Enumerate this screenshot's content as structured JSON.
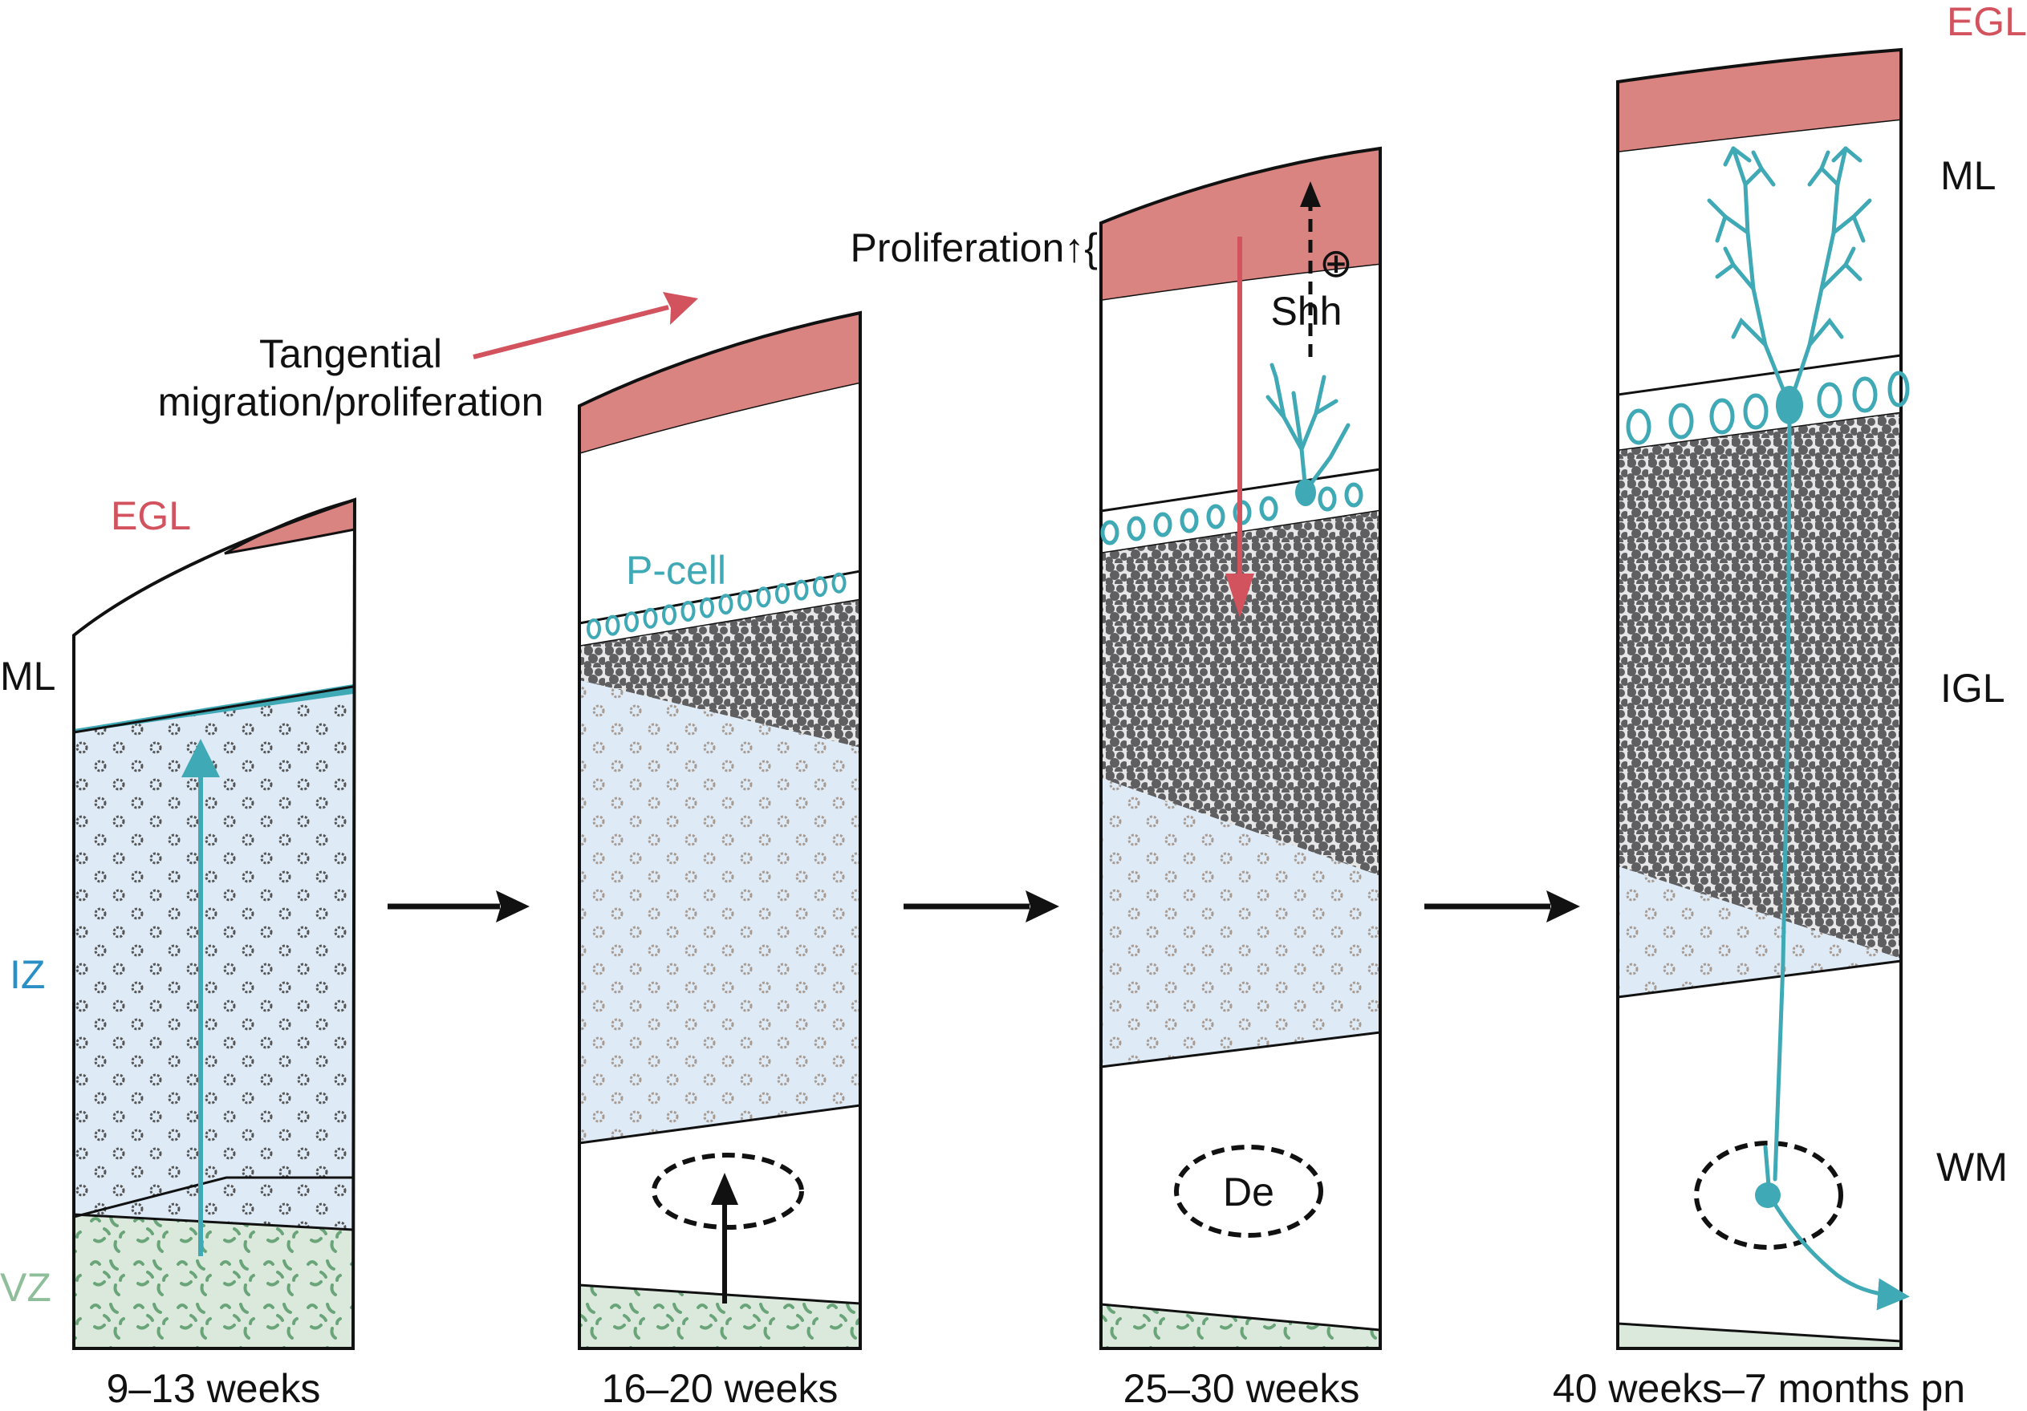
{
  "labels": {
    "egl": "EGL",
    "ml": "ML",
    "iz": "IZ",
    "vz": "VZ",
    "igl": "IGL",
    "wm": "WM",
    "p_cell": "P-cell",
    "tangential": "Tangential",
    "migration_proliferation": "migration/proliferation",
    "proliferation": "Proliferation↑{",
    "shh": "Shh",
    "plus": "⊕",
    "de": "De"
  },
  "stages": [
    {
      "caption": "9–13 weeks"
    },
    {
      "caption": "16–20 weeks"
    },
    {
      "caption": "25–30 weeks"
    },
    {
      "caption": "40 weeks–7 months pn"
    }
  ],
  "colors": {
    "egl": "#d98480",
    "egl_text": "#d2525e",
    "purkinje": "#3fa9b5",
    "iz_fill": "#deebf7",
    "vz_fill": "#dbe9dc",
    "igl": "#5f5f62",
    "outline": "#111111"
  }
}
